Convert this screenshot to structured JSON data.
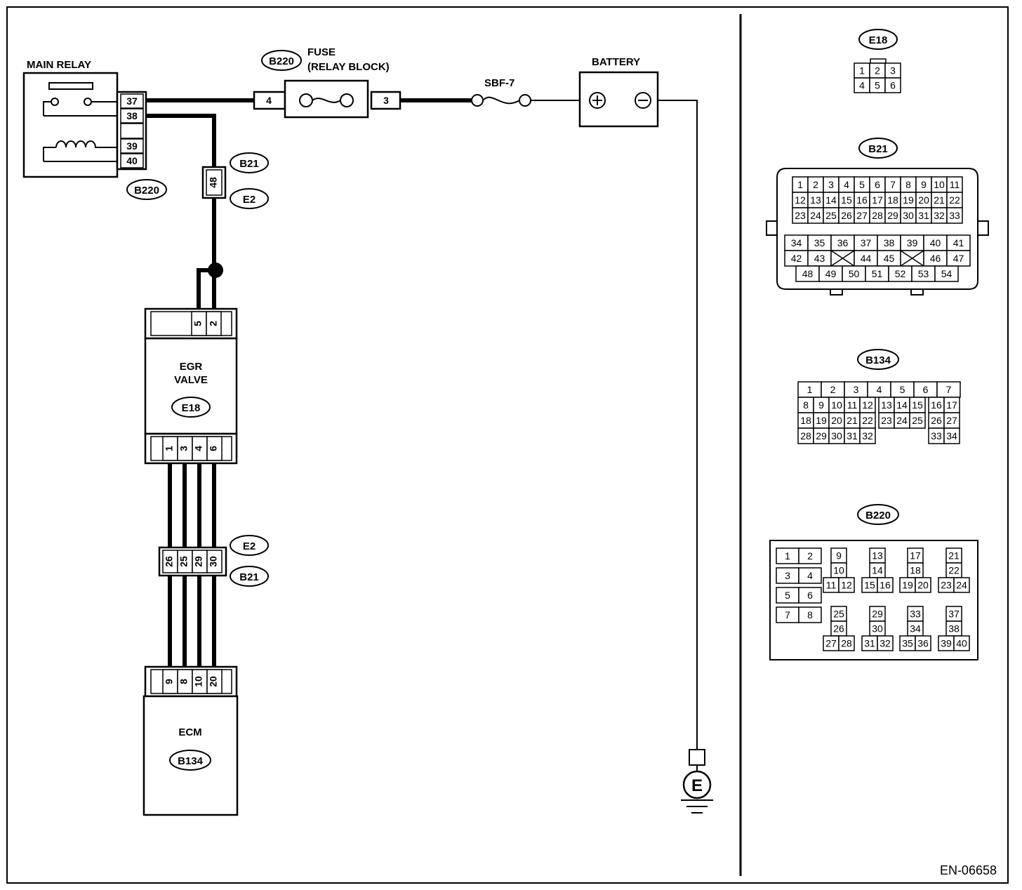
{
  "figure_id": "EN-06658",
  "main_relay": {
    "label": "MAIN RELAY",
    "connector": "B220",
    "terminals": [
      "37",
      "38",
      "39",
      "40"
    ]
  },
  "fuse": {
    "label": "FUSE",
    "sublabel": "(RELAY BLOCK)",
    "connector": "B220",
    "terminal_in": "4",
    "terminal_out": "3"
  },
  "sbf": {
    "label": "SBF-7"
  },
  "battery": {
    "label": "BATTERY",
    "plus": "+",
    "minus": "−"
  },
  "ground": {
    "label": "E"
  },
  "joint_top": {
    "connector_a": "B21",
    "connector_b": "E2",
    "terminal": "48"
  },
  "egr": {
    "name_line1": "EGR",
    "name_line2": "VALVE",
    "connector": "E18",
    "top_pins": [
      "5",
      "2"
    ],
    "bottom_pins": [
      "1",
      "3",
      "4",
      "6"
    ]
  },
  "joint_bottom": {
    "connector_a": "E2",
    "connector_b": "B21",
    "pins": [
      "26",
      "25",
      "29",
      "30"
    ]
  },
  "ecm": {
    "name": "ECM",
    "connector": "B134",
    "pins": [
      "9",
      "8",
      "10",
      "20"
    ]
  },
  "views": {
    "e18": {
      "title": "E18",
      "pins": [
        "1",
        "2",
        "3",
        "4",
        "5",
        "6"
      ]
    },
    "b21": {
      "title": "B21"
    },
    "b134": {
      "title": "B134"
    },
    "b220": {
      "title": "B220"
    }
  }
}
